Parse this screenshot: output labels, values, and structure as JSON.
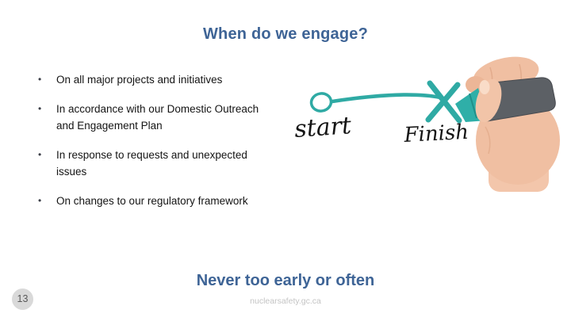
{
  "slide": {
    "title": "When do we engage?",
    "bullet_char": "•",
    "bullets": [
      {
        "text": "On all major projects and initiatives"
      },
      {
        "text": "In accordance with our Domestic Outreach and Engagement Plan"
      },
      {
        "text": "In response to requests and unexpected issues"
      },
      {
        "text": "On changes to our regulatory framework"
      }
    ],
    "illustration": {
      "start_label": "start",
      "finish_label": "Finish"
    },
    "tagline": "Never too early or often",
    "footer": "nuclearsafety.gc.ca",
    "page_number": "13",
    "colors": {
      "title_blue": "#3e6496",
      "accent_teal": "#2faaa4",
      "marker_gray": "#5c6065",
      "footer_gray": "#c4c4c4",
      "badge_gray": "#d9d9d9"
    }
  }
}
